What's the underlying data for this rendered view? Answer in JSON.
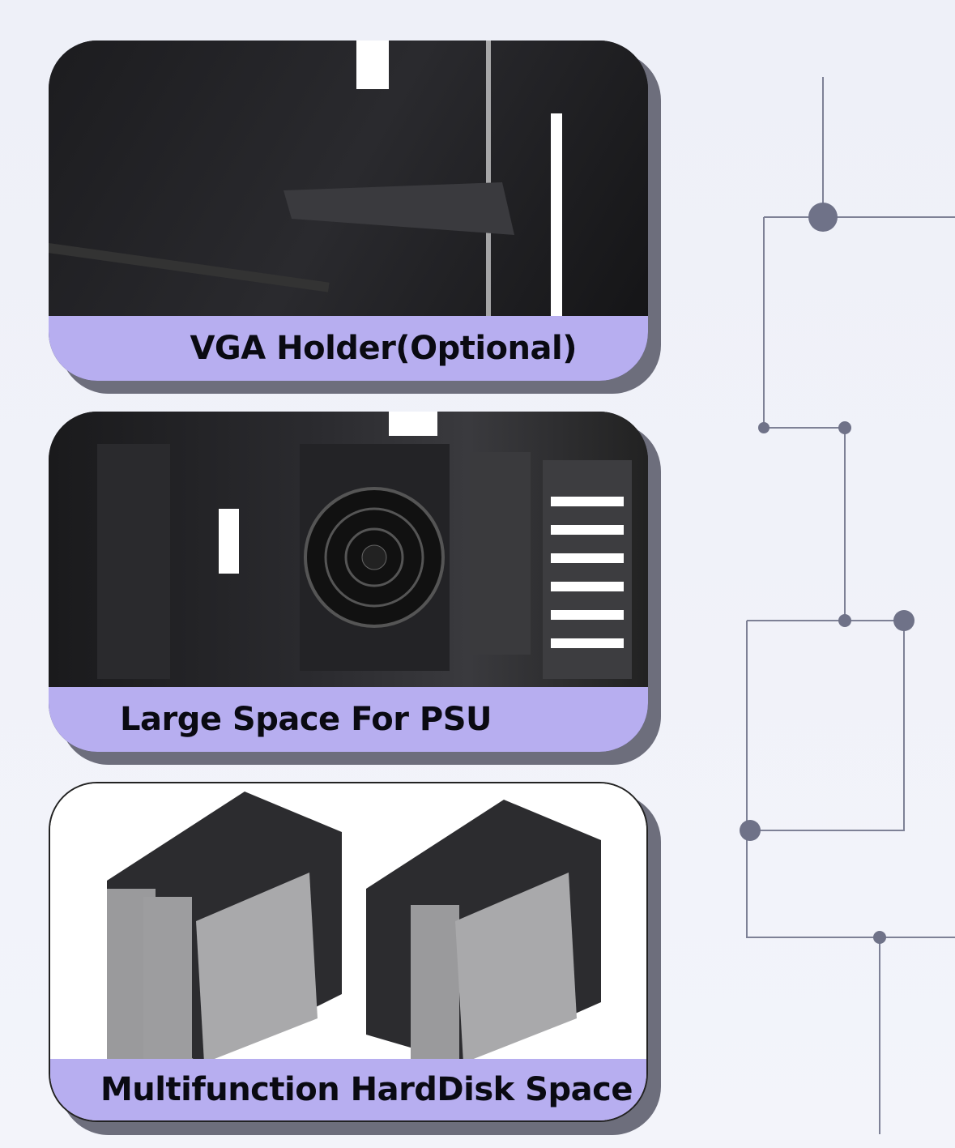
{
  "features": [
    {
      "label": "VGA Holder(Optional)",
      "image": "vga-holder-photo"
    },
    {
      "label": "Large Space For PSU",
      "image": "psu-bay-photo"
    },
    {
      "label": "Multifunction HardDisk Space",
      "image": "hard-disk-cage-photo"
    }
  ],
  "colors": {
    "band": "#b7aef0",
    "shadow": "#6d6e7c",
    "circuit": "#7e8196"
  }
}
